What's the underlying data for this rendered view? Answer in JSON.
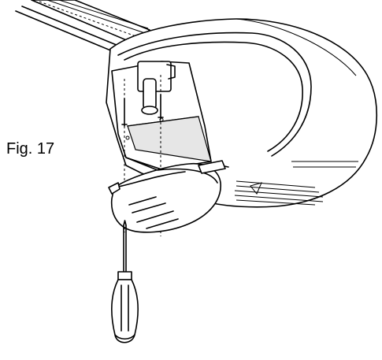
{
  "figure": {
    "label": "Fig. 17"
  },
  "colors": {
    "ink": "#000000",
    "paper": "#ffffff",
    "shade": "#e6e6e6"
  },
  "parts": [
    "rail",
    "opener-housing",
    "lamp-socket",
    "light-cover",
    "screwdriver",
    "screws"
  ]
}
